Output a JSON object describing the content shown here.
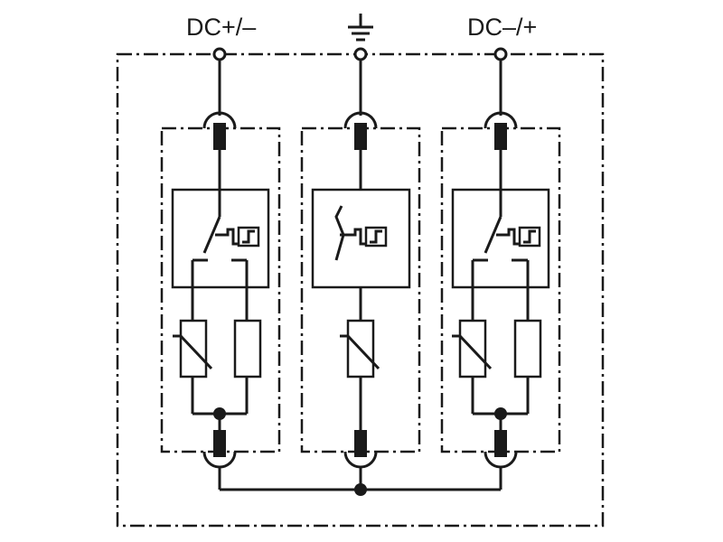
{
  "terminals": {
    "left_label": "DC+/–",
    "center_symbol": "ground-icon",
    "right_label": "DC–/+"
  },
  "modules": [
    {
      "name": "left-protection-module",
      "components": [
        "fuse-icon",
        "thermal-disconnector-icon",
        "varistor-icon",
        "spark-gap-icon",
        "fuse-icon"
      ]
    },
    {
      "name": "center-protection-module",
      "components": [
        "fuse-icon",
        "thermal-disconnector-icon",
        "varistor-icon",
        "fuse-icon"
      ]
    },
    {
      "name": "right-protection-module",
      "components": [
        "fuse-icon",
        "thermal-disconnector-icon",
        "varistor-icon",
        "spark-gap-icon",
        "fuse-icon"
      ]
    }
  ],
  "colors": {
    "line": "#1a1a1a",
    "background": "#ffffff"
  }
}
